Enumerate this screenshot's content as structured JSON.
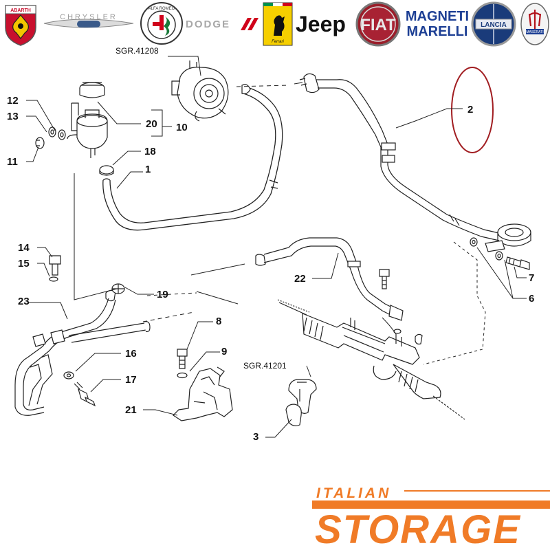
{
  "logos": {
    "abarth": "ABARTH",
    "chrysler": "CHRYSLER",
    "alfa_romeo": "ALFA ROMEO",
    "dodge": "DODGE",
    "ferrari": "Ferrari",
    "jeep": "Jeep",
    "fiat": "FIAT",
    "magneti_marelli": [
      "MAGNETI",
      "MARELLI"
    ],
    "lancia": "LANCIA",
    "maserati": "MASERATI"
  },
  "diagram": {
    "ref_pump": "SGR.41208",
    "ref_rack": "SGR.41201",
    "callouts": {
      "c1": "1",
      "c2": "2",
      "c3": "3",
      "c6": "6",
      "c7": "7",
      "c8": "8",
      "c9": "9",
      "c10": "10",
      "c11": "11",
      "c12": "12",
      "c13": "13",
      "c14": "14",
      "c15": "15",
      "c16": "16",
      "c17": "17",
      "c18": "18",
      "c19": "19",
      "c20": "20",
      "c21": "21",
      "c22": "22",
      "c23": "23"
    },
    "highlight_color": "#a11d21"
  },
  "brand": {
    "line1": "ITALIAN",
    "line2": "STORAGE",
    "color": "#f07b27"
  }
}
